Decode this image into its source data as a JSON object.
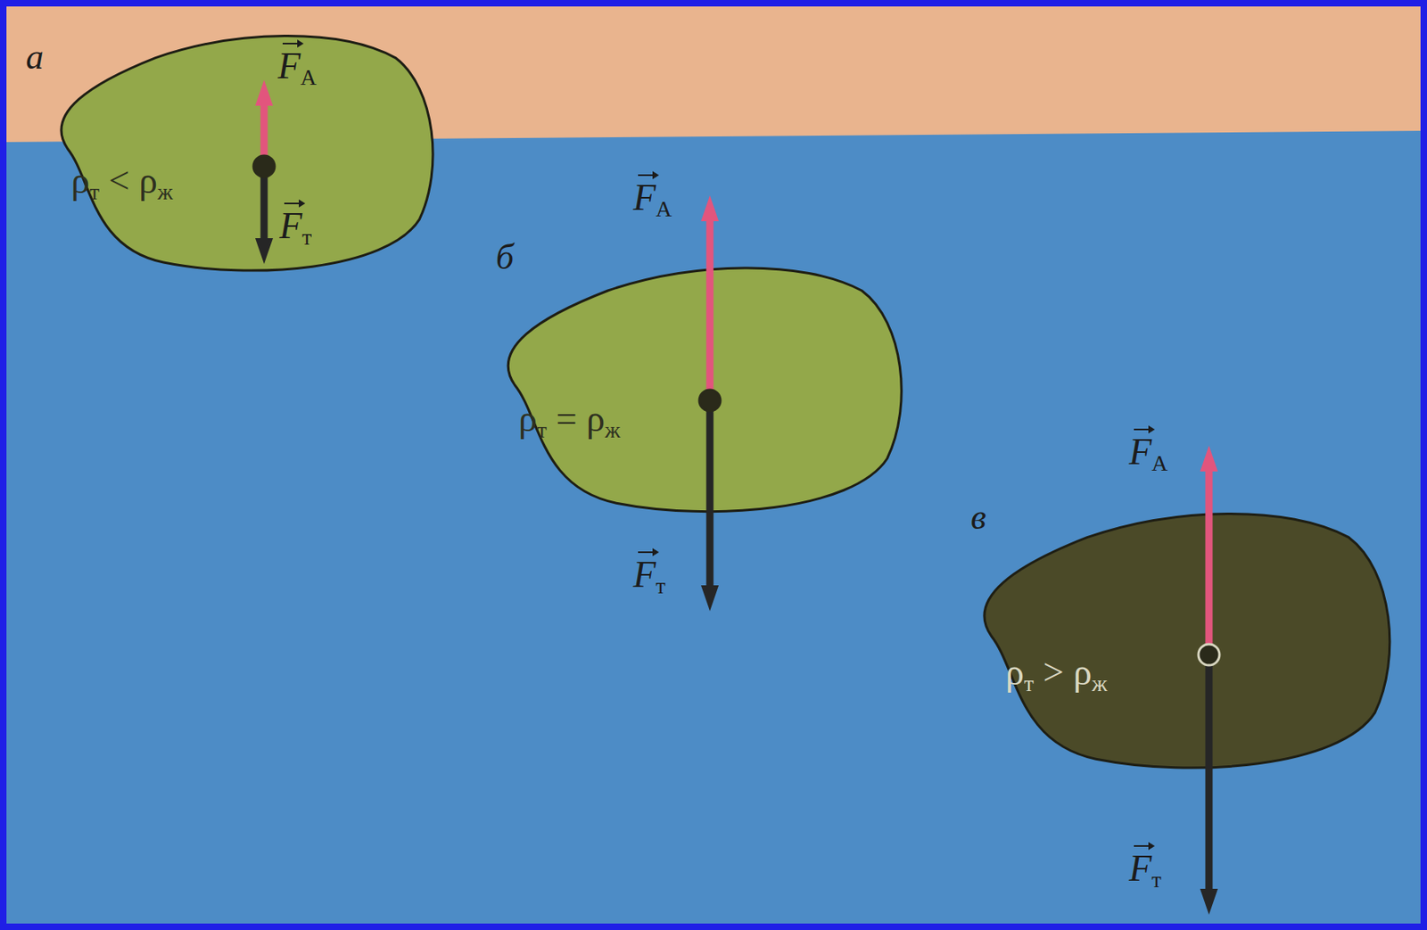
{
  "diagram": {
    "nodes": [
      {
        "text": [
          "ρт < ρж"
        ]
      },
      {
        "text": [
          "ρт = ρж"
        ]
      },
      {
        "text": [
          "ρт > ρж"
        ]
      }
    ],
    "labels": [
      "а",
      "FA",
      "Fт",
      "б",
      "FA",
      "Fт",
      "в",
      "FA",
      "Fт"
    ]
  }
}
